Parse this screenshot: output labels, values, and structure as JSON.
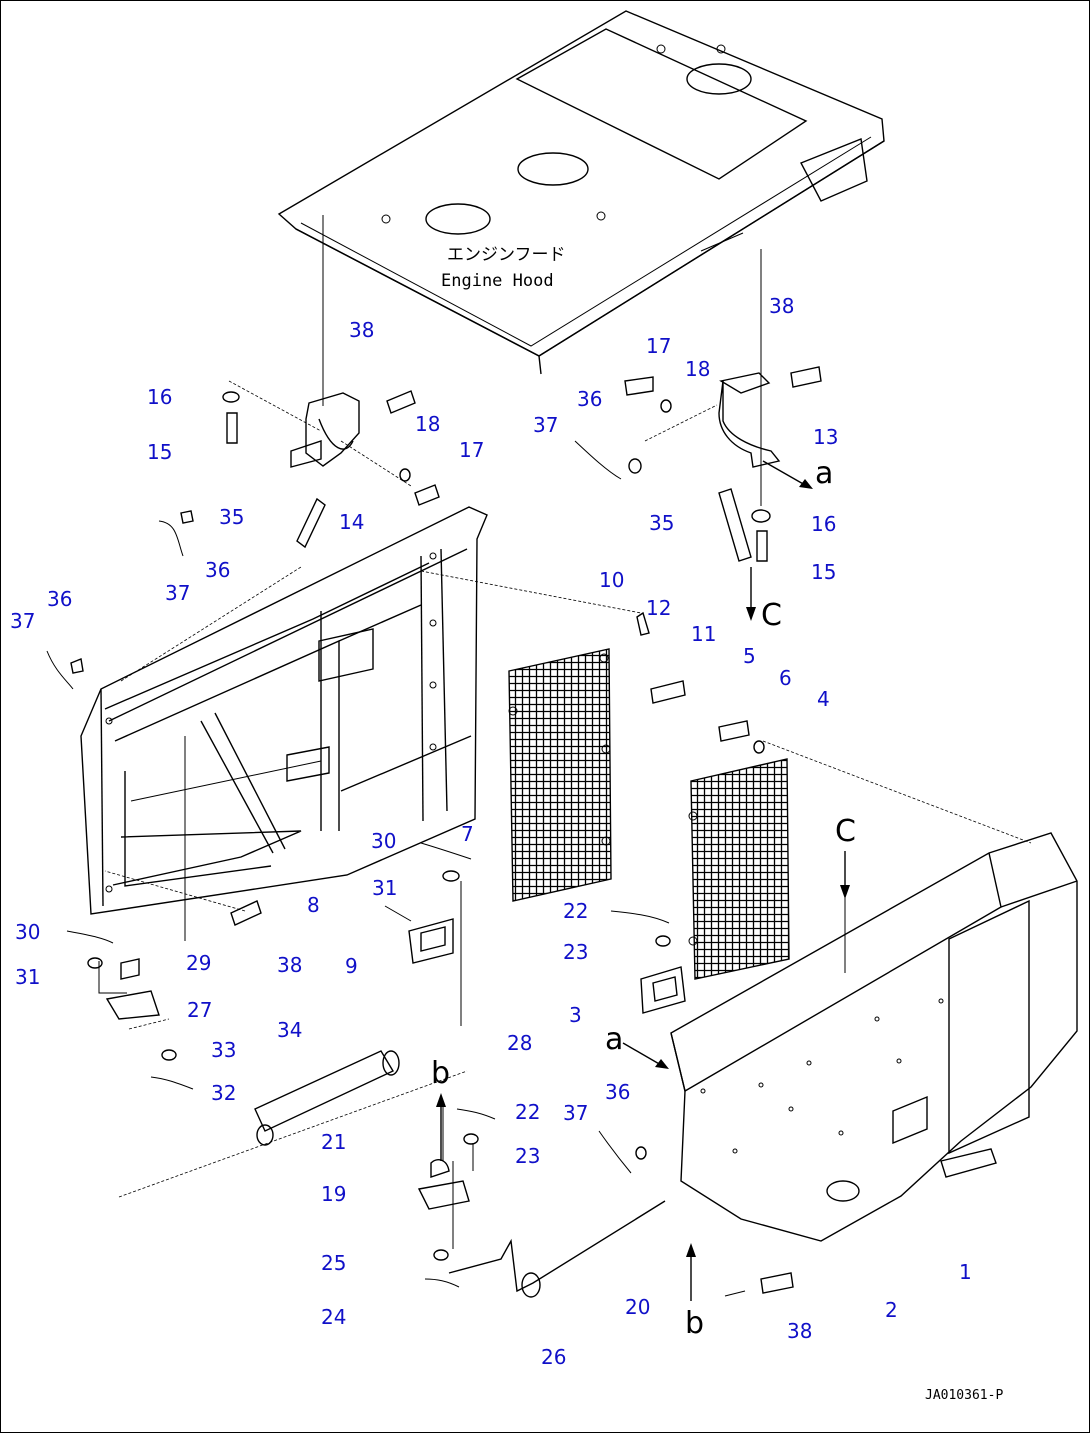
{
  "diagram": {
    "hood_label": {
      "jp": "エンジンフード",
      "en": "Engine Hood"
    },
    "drawing_code": "JA010361-P",
    "view_markers": {
      "a_top": "a",
      "a_side": "a",
      "c_top": "C",
      "c_side": "C",
      "b_mid": "b",
      "b_bottom": "b"
    },
    "callouts": [
      "38",
      "38",
      "17",
      "18",
      "16",
      "15",
      "18",
      "17",
      "36",
      "37",
      "13",
      "14",
      "35",
      "36",
      "37",
      "16",
      "35",
      "15",
      "36",
      "37",
      "10",
      "12",
      "11",
      "5",
      "6",
      "4",
      "30",
      "7",
      "8",
      "31",
      "C",
      "9",
      "29",
      "38",
      "30",
      "31",
      "27",
      "22",
      "23",
      "3",
      "33",
      "32",
      "34",
      "28",
      "36",
      "37",
      "22",
      "23",
      "21",
      "19",
      "25",
      "24",
      "20",
      "26",
      "1",
      "2",
      "38"
    ]
  }
}
